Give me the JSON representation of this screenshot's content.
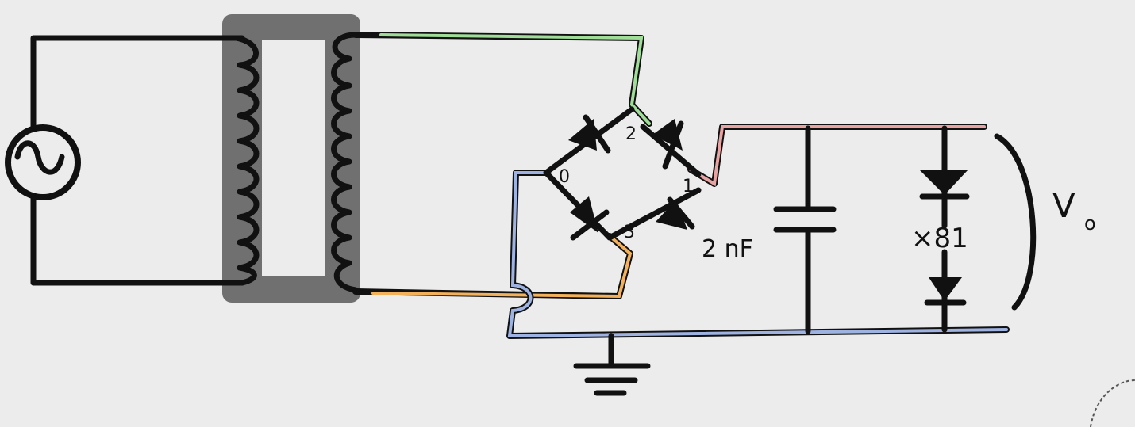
{
  "diagram": {
    "source_symbol": "~",
    "node_labels": [
      {
        "text": "0",
        "color": "#9fb3e3"
      },
      {
        "text": "1",
        "color": "#e8a3a3"
      },
      {
        "text": "2",
        "color": "#9fdd98"
      },
      {
        "text": "3",
        "color": "#f2b15a"
      }
    ],
    "capacitor_label": "2 nF",
    "diode_stack_label": "×81",
    "output_label": "V",
    "output_subscript": "o"
  },
  "colors": {
    "background": "#ececec",
    "ink": "#111111",
    "core": "#707070",
    "node0": "#9fb3e3",
    "node1": "#e8a3a3",
    "node2": "#9fdd98",
    "node3": "#f2b15a"
  }
}
